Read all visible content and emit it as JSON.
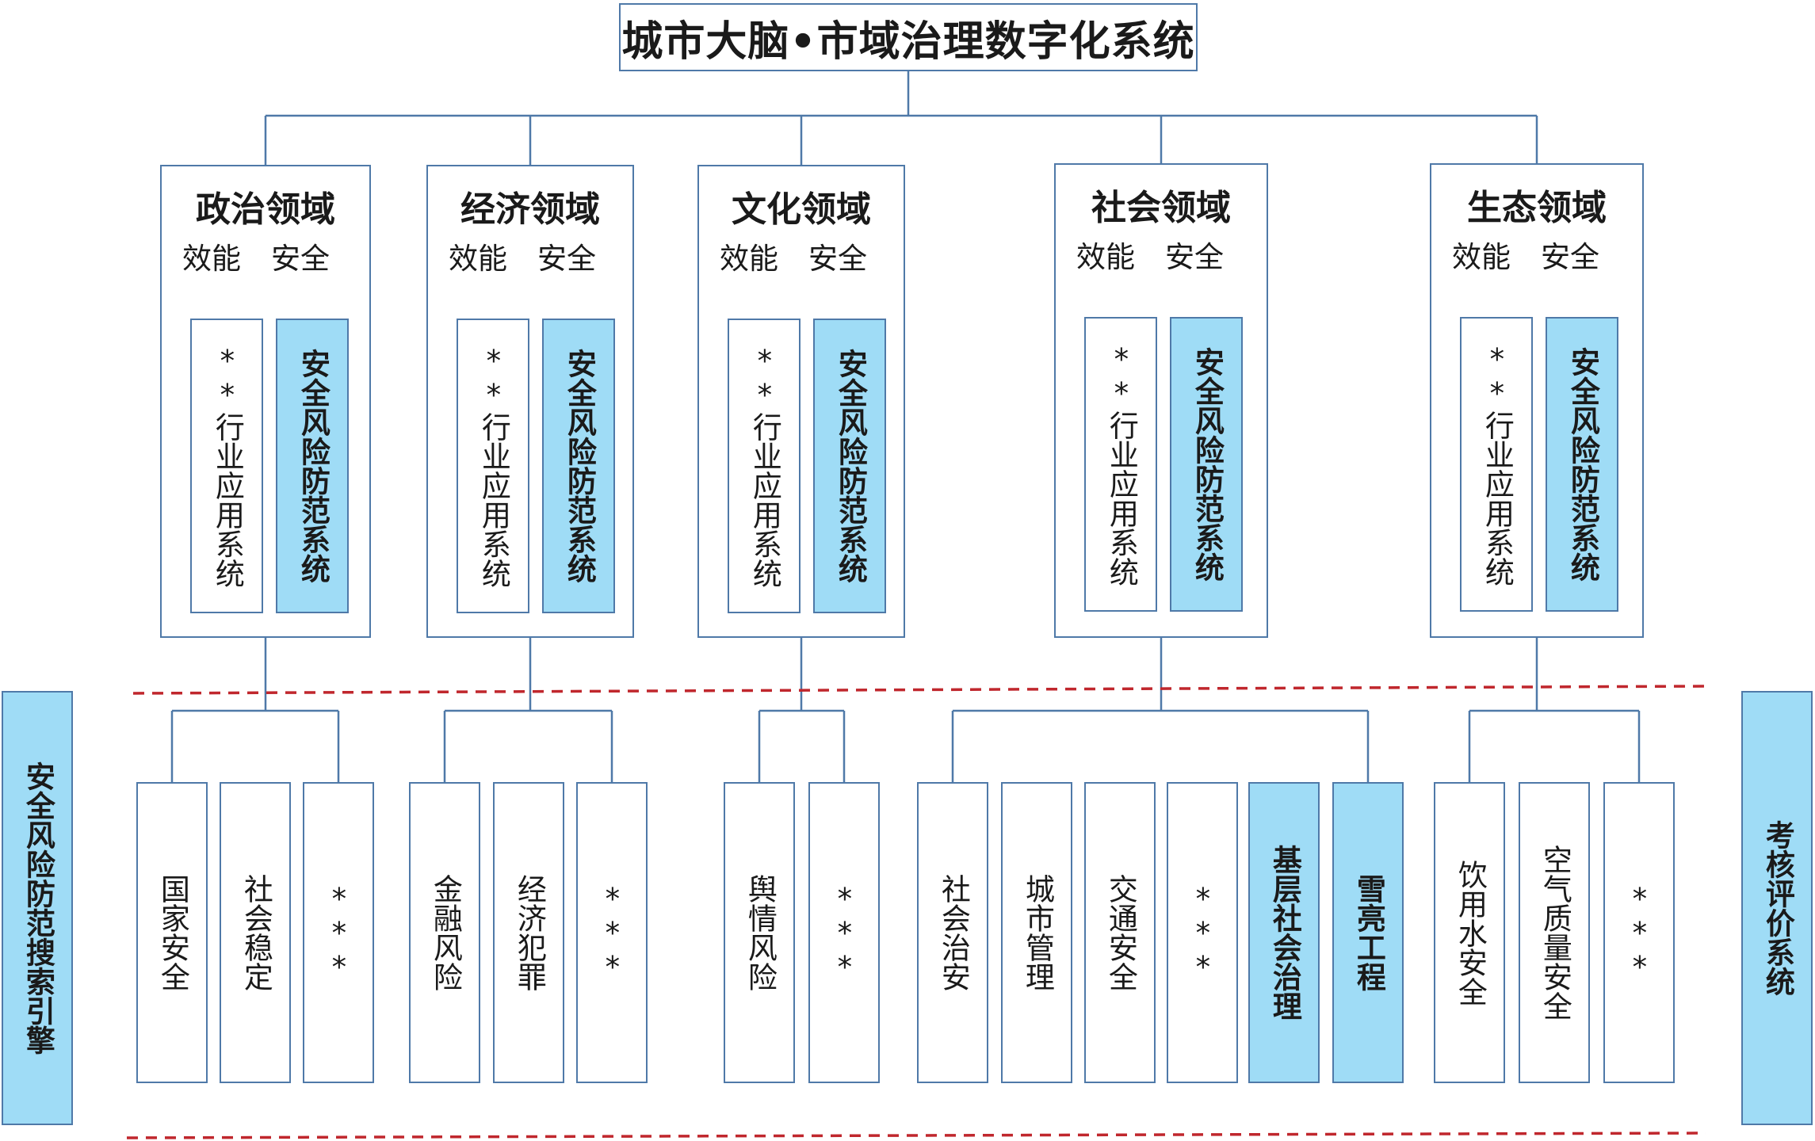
{
  "title": "城市大脑•市域治理数字化系统",
  "colors": {
    "border": "#4f79a8",
    "highlight_fill": "#9fdcf6",
    "dashed_line": "#c0272d"
  },
  "left_panel": "安全风险防范搜索引擎",
  "right_panel": "考核评价系统",
  "domains": [
    {
      "title": "政治领域",
      "tag_left": "效能",
      "tag_right": "安全",
      "sys_left": "**行业应用系统",
      "sys_right": "安全风险防范系统",
      "children": [
        {
          "label": "国家安全",
          "highlight": false
        },
        {
          "label": "社会稳定",
          "highlight": false
        },
        {
          "label": "***",
          "highlight": false
        }
      ]
    },
    {
      "title": "经济领域",
      "tag_left": "效能",
      "tag_right": "安全",
      "sys_left": "**行业应用系统",
      "sys_right": "安全风险防范系统",
      "children": [
        {
          "label": "金融风险",
          "highlight": false
        },
        {
          "label": "经济犯罪",
          "highlight": false
        },
        {
          "label": "***",
          "highlight": false
        }
      ]
    },
    {
      "title": "文化领域",
      "tag_left": "效能",
      "tag_right": "安全",
      "sys_left": "**行业应用系统",
      "sys_right": "安全风险防范系统",
      "children": [
        {
          "label": "舆情风险",
          "highlight": false
        },
        {
          "label": "***",
          "highlight": false
        }
      ]
    },
    {
      "title": "社会领域",
      "tag_left": "效能",
      "tag_right": "安全",
      "sys_left": "**行业应用系统",
      "sys_right": "安全风险防范系统",
      "children": [
        {
          "label": "社会治安",
          "highlight": false
        },
        {
          "label": "城市管理",
          "highlight": false
        },
        {
          "label": "交通安全",
          "highlight": false
        },
        {
          "label": "***",
          "highlight": false
        },
        {
          "label": "基层社会治理",
          "highlight": true
        },
        {
          "label": "雪亮工程",
          "highlight": true
        }
      ]
    },
    {
      "title": "生态领域",
      "tag_left": "效能",
      "tag_right": "安全",
      "sys_left": "**行业应用系统",
      "sys_right": "安全风险防范系统",
      "children": [
        {
          "label": "饮用水安全",
          "highlight": false
        },
        {
          "label": "空气质量安全",
          "highlight": false
        },
        {
          "label": "***",
          "highlight": false
        }
      ]
    }
  ]
}
